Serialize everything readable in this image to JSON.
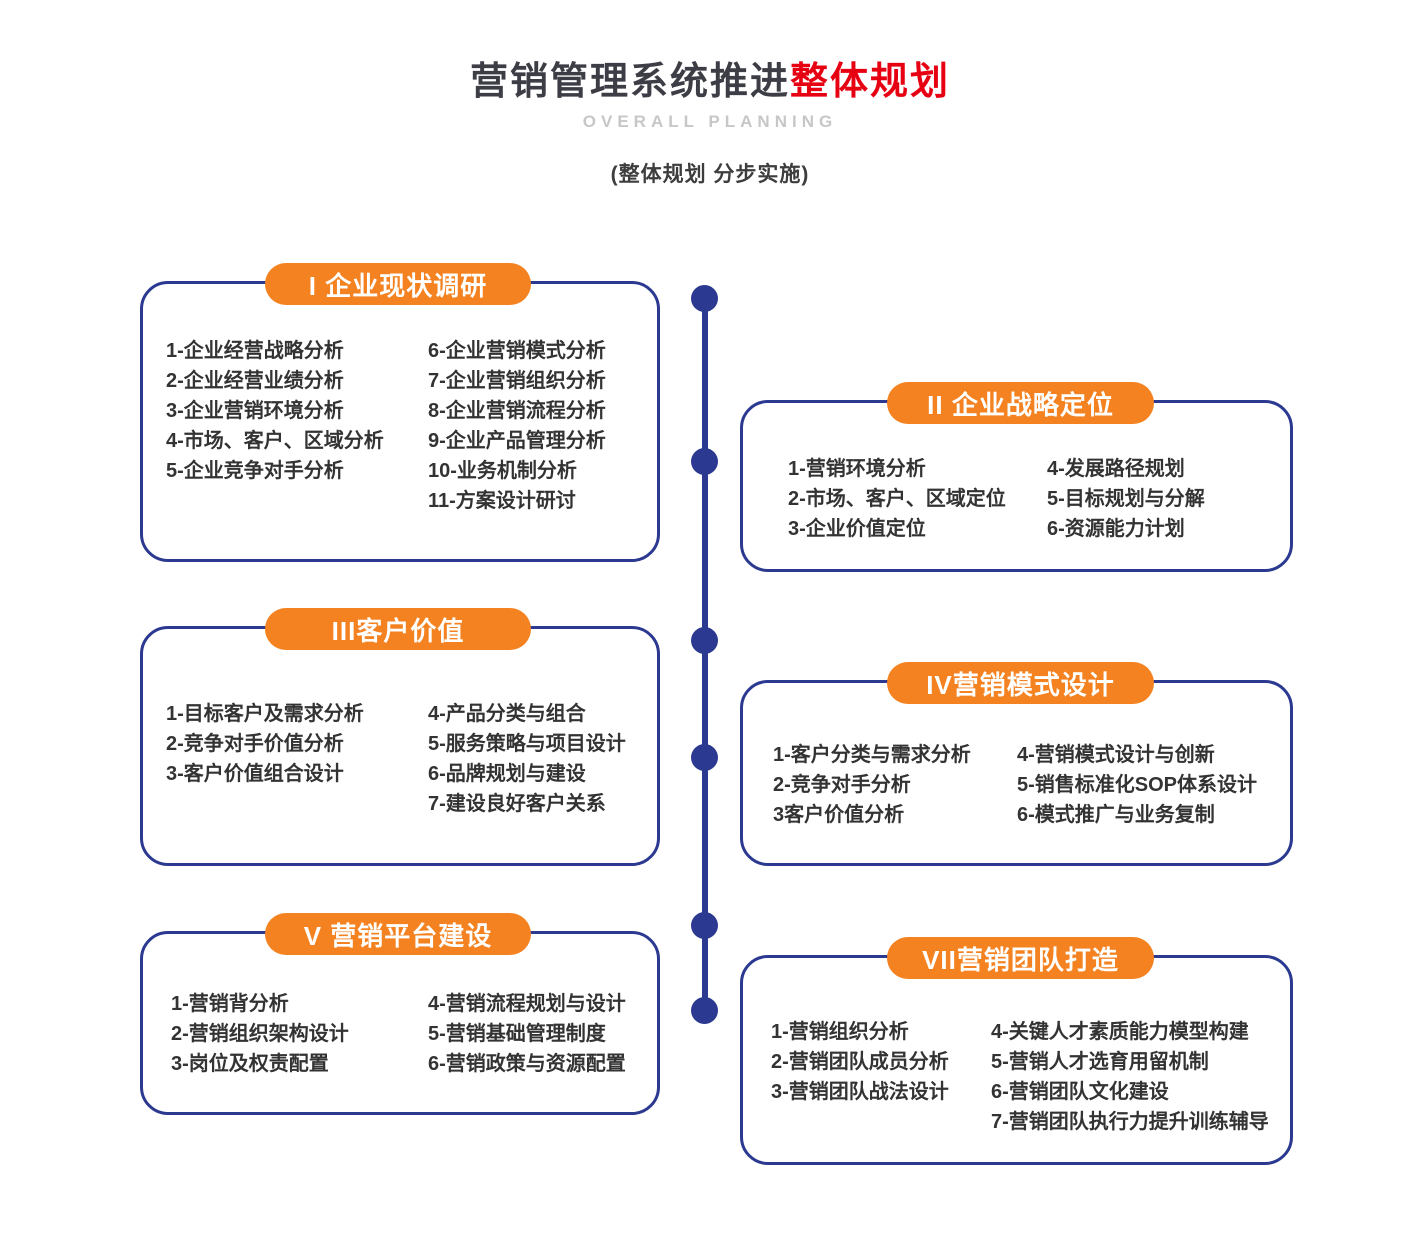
{
  "header": {
    "title_main": "营销管理系统推进",
    "title_accent": "整体规划",
    "subtitle": "OVERALL PLANNING",
    "tagline": "(整体规划 分步实施)"
  },
  "colors": {
    "orange": "#f58220",
    "navy": "#2b3a90",
    "red": "#e60012",
    "text": "#333333",
    "subtitle_gray": "#c7c7c7"
  },
  "sections": [
    {
      "label": "I 企业现状调研",
      "col1": [
        "1-企业经营战略分析",
        "2-企业经营业绩分析",
        "3-企业营销环境分析",
        "4-市场、客户、区域分析",
        "5-企业竞争对手分析"
      ],
      "col2": [
        "6-企业营销模式分析",
        "7-企业营销组织分析",
        "8-企业营销流程分析",
        "9-企业产品管理分析",
        "10-业务机制分析",
        "11-方案设计研讨"
      ]
    },
    {
      "label": "II 企业战略定位",
      "col1": [
        "1-营销环境分析",
        "2-市场、客户、区域定位",
        "3-企业价值定位"
      ],
      "col2": [
        "4-发展路径规划",
        "5-目标规划与分解",
        "6-资源能力计划"
      ]
    },
    {
      "label": "III客户价值",
      "col1": [
        "1-目标客户及需求分析",
        "2-竞争对手价值分析",
        "3-客户价值组合设计"
      ],
      "col2": [
        "4-产品分类与组合",
        "5-服务策略与项目设计",
        "6-品牌规划与建设",
        "7-建设良好客户关系"
      ]
    },
    {
      "label": "IV营销模式设计",
      "col1": [
        "1-客户分类与需求分析",
        "2-竞争对手分析",
        "3客户价值分析"
      ],
      "col2": [
        "4-营销模式设计与创新",
        "5-销售标准化SOP体系设计",
        "6-模式推广与业务复制"
      ]
    },
    {
      "label": "V 营销平台建设",
      "col1": [
        "1-营销背分析",
        "2-营销组织架构设计",
        "3-岗位及权责配置"
      ],
      "col2": [
        "4-营销流程规划与设计",
        "5-营销基础管理制度",
        "6-营销政策与资源配置"
      ]
    },
    {
      "label": "VII营销团队打造",
      "col1": [
        "1-营销组织分析",
        "2-营销团队成员分析",
        "3-营销团队战法设计"
      ],
      "col2": [
        "4-关键人才素质能力模型构建",
        "5-营销人才选育用留机制",
        "6-营销团队文化建设",
        "7-营销团队执行力提升训练辅导"
      ]
    }
  ]
}
